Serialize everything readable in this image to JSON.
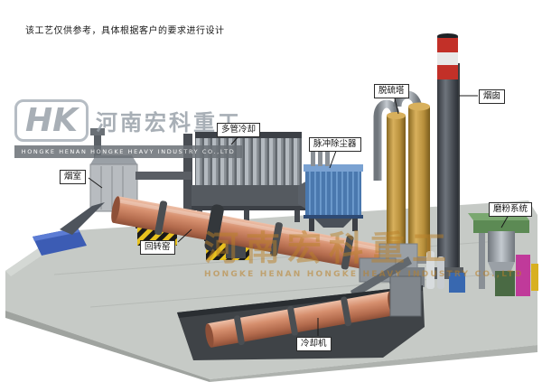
{
  "disclaimer": "该工艺仅供参考，具体根据客户的要求进行设计",
  "logo": {
    "hk": "HK",
    "company_cn": "河南宏科重工",
    "company_en": "HONGKE HENAN HONGKE HEAVY INDUSTRY CO.,LTD"
  },
  "watermark": {
    "cn": "河南宏科重工",
    "en": "HONGKE HENAN HONGKE HEAVY INDUSTRY CO.,LTD"
  },
  "labels": [
    {
      "key": "smoke-chamber",
      "text": "烟室"
    },
    {
      "key": "multi-tube-cooler",
      "text": "多管冷却"
    },
    {
      "key": "pulse-dust-collector",
      "text": "脉冲除尘器"
    },
    {
      "key": "desulfurization-tower",
      "text": "脱硫塔"
    },
    {
      "key": "chimney",
      "text": "烟囱"
    },
    {
      "key": "rotary-kiln",
      "text": "回转窑"
    },
    {
      "key": "grinding-system",
      "text": "磨粉系统"
    },
    {
      "key": "cooling-machine",
      "text": "冷却机"
    }
  ],
  "colors": {
    "kiln": "#cf8668",
    "dust_collector": "#4a7ab0",
    "tower": "#c09a48",
    "chimney_red": "#c23028",
    "platform": "#c6cac6",
    "watermark": "#ba8028"
  }
}
